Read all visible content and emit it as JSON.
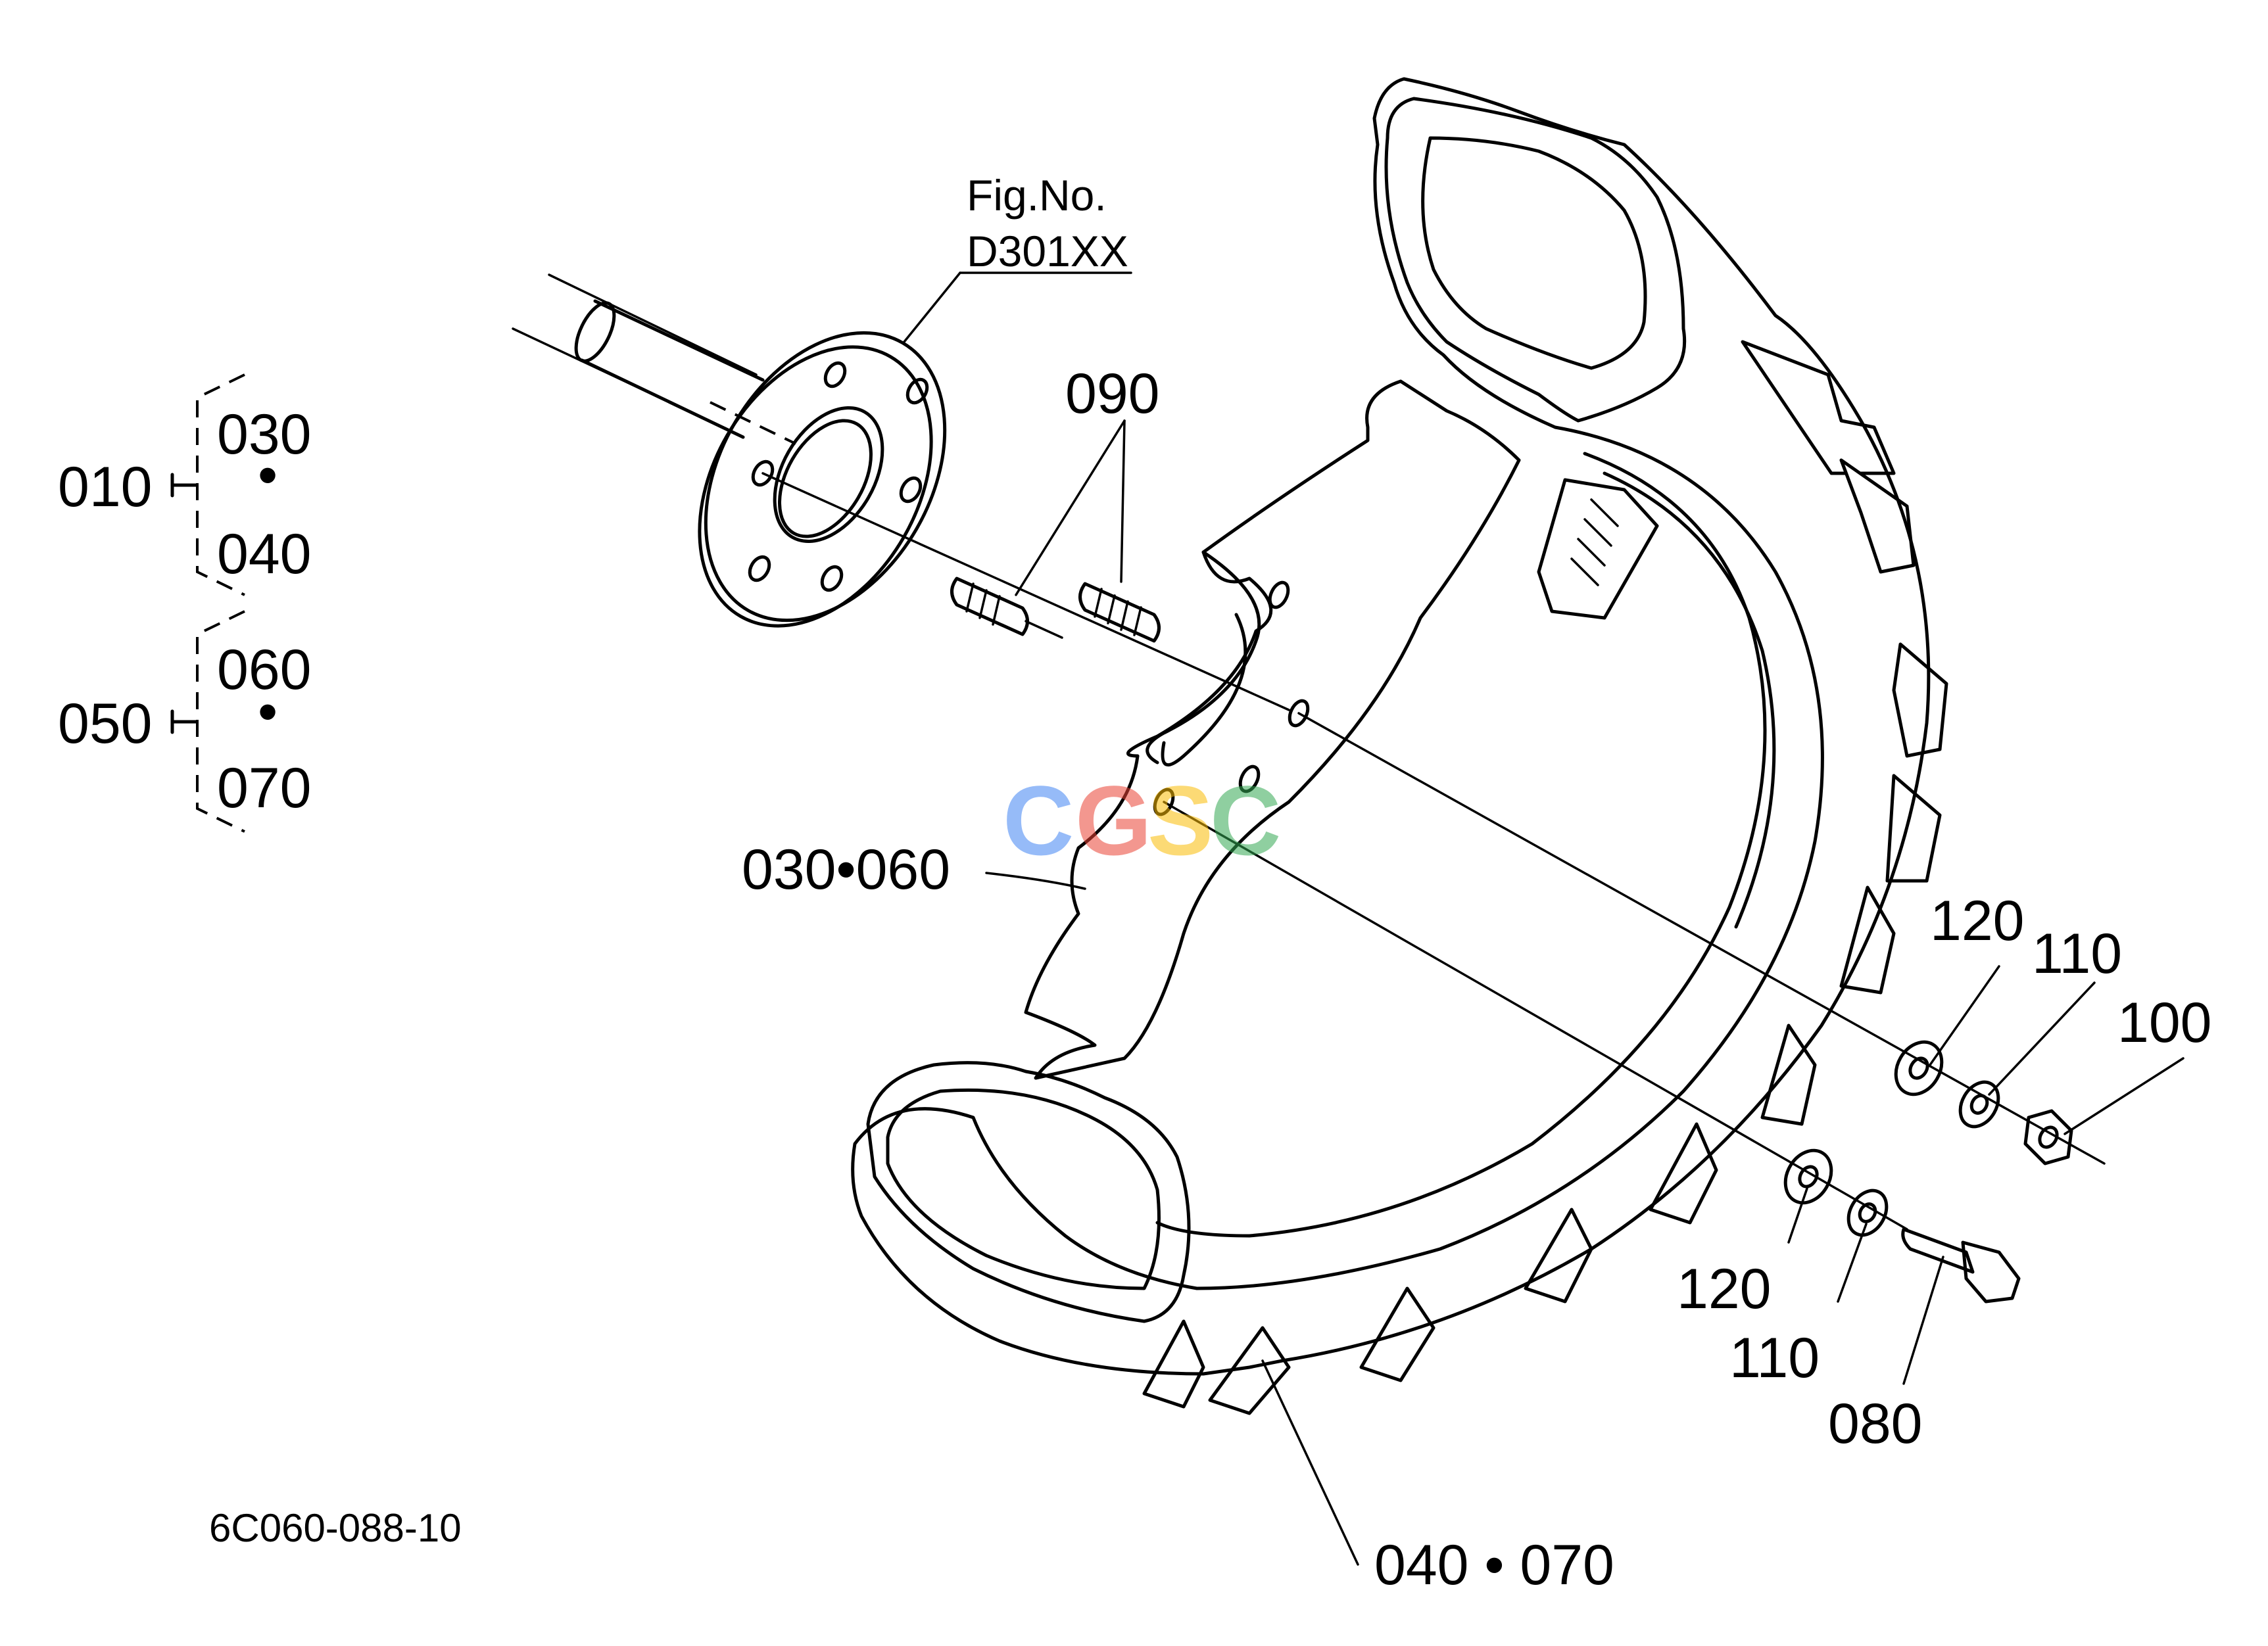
{
  "figure_ref": {
    "line1": "Fig.No.",
    "line2": "D301XX"
  },
  "groups": [
    {
      "id": "010",
      "items": [
        "030",
        "040"
      ],
      "separator": "•"
    },
    {
      "id": "050",
      "items": [
        "060",
        "070"
      ],
      "separator": "•"
    }
  ],
  "callouts": {
    "c090": "090",
    "c030_060": "030•060",
    "c040_070": "040 • 070",
    "c120a": "120",
    "c110a": "110",
    "c100": "100",
    "c120b": "120",
    "c110b": "110",
    "c080": "080"
  },
  "drawing_code": "6C060-088-10",
  "watermark": {
    "letters": [
      "C",
      "G",
      "S",
      "C"
    ],
    "colors": [
      "#4285F4",
      "#EA4335",
      "#FBBC05",
      "#34A853"
    ]
  }
}
